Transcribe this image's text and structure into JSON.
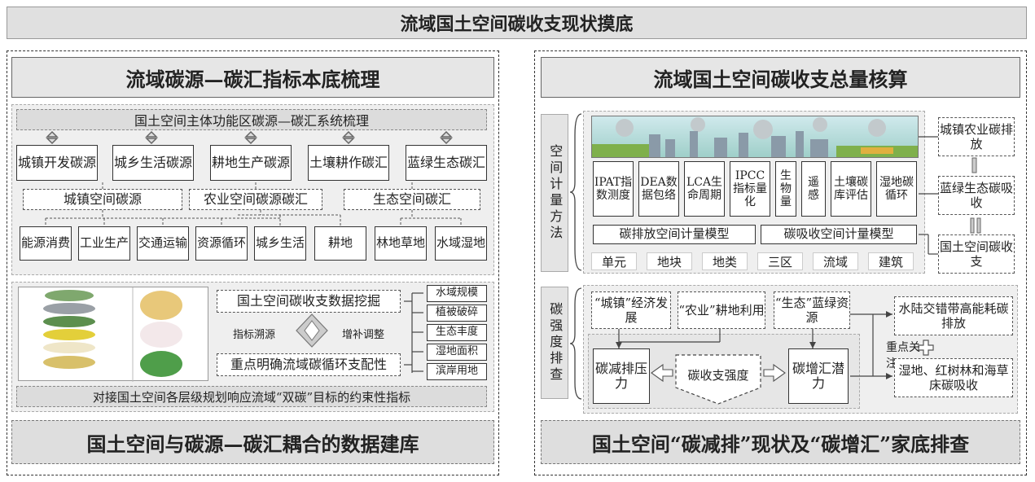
{
  "main_title": "流域国土空间碳收支现状摸底",
  "left": {
    "header": "流域碳源—碳汇指标本底梳理",
    "system_bar": "国土空间主体功能区碳源—碳汇系统梳理",
    "top_boxes": [
      "城镇开发碳源",
      "城乡生活碳源",
      "耕地生产碳源",
      "土壤耕作碳汇",
      "蓝绿生态碳汇"
    ],
    "mid_boxes": [
      "城镇空间碳源",
      "农业空间碳源碳汇",
      "生态空间碳汇"
    ],
    "bottom_boxes": [
      "能源消费",
      "工业生产",
      "交通运输",
      "资源循环",
      "城乡生活",
      "耕地",
      "林地草地",
      "水域湿地"
    ],
    "mining": "国土空间碳收支数据挖掘",
    "trace": "指标溯源",
    "adjust": "增补调整",
    "dominance": "重点明确流域碳循环支配性",
    "indicators": [
      "水域规模",
      "植被破碎",
      "生态丰度",
      "湿地面积",
      "滨岸用地"
    ],
    "constraint": "对接国土空间各层级规划响应流域“双碳”目标的约束性指标",
    "footer": "国土空间与碳源—碳汇耦合的数据建库"
  },
  "right": {
    "header": "流域国土空间碳收支总量核算",
    "method_label": "空间计量方法",
    "emission_methods": [
      "IPAT指数测度",
      "DEA数据包络",
      "LCA生命周期",
      "IPCC指标量化"
    ],
    "absorption_methods": [
      "生物量",
      "遥感",
      "土壤碳库评估",
      "湿地碳循环"
    ],
    "emission_model": "碳排放空间计量模型",
    "absorption_model": "碳吸收空间计量模型",
    "units": [
      "单元",
      "地块",
      "地类",
      "三区",
      "流域",
      "建筑"
    ],
    "side_boxes": [
      "城镇农业碳排放",
      "蓝绿生态碳吸收",
      "国土空间碳收支"
    ],
    "intensity_label": "碳强度排查",
    "cat_boxes": [
      "“城镇”经济发展",
      "“农业”耕地利用",
      "“生态”蓝绿资源"
    ],
    "reduction": "碳减排压力",
    "budget_intensity": "碳收支强度",
    "increase": "碳增汇潜力",
    "focus": "重点关注",
    "result_boxes": [
      "水陆交错带高能耗碳排放",
      "湿地、红树林和海草床碳吸收"
    ],
    "footer": "国土空间“碳减排”现状及“碳增汇”家底排查"
  }
}
